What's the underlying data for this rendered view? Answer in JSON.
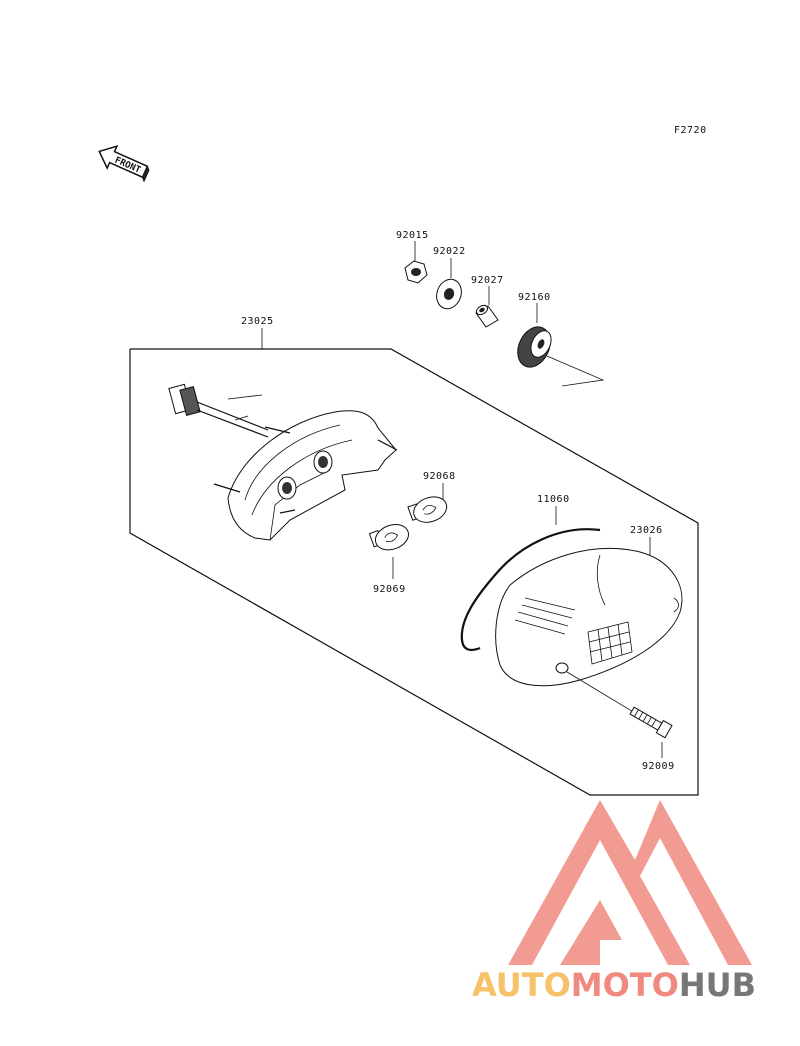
{
  "diagram": {
    "figure_code": "F2720",
    "front_arrow_text": "FRONT",
    "parts": [
      {
        "id": "23025",
        "label": "23025"
      },
      {
        "id": "92015",
        "label": "92015"
      },
      {
        "id": "92022",
        "label": "92022"
      },
      {
        "id": "92027",
        "label": "92027"
      },
      {
        "id": "92160",
        "label": "92160"
      },
      {
        "id": "92068",
        "label": "92068"
      },
      {
        "id": "92069",
        "label": "92069"
      },
      {
        "id": "11060",
        "label": "11060"
      },
      {
        "id": "23026",
        "label": "23026"
      },
      {
        "id": "92009",
        "label": "92009"
      }
    ]
  },
  "watermark": {
    "text_part1": "AUTO",
    "text_part2": "MOTO",
    "text_part3": "HUB",
    "colors": {
      "logo": "#f08a80",
      "auto": "#f6c168",
      "moto": "#f08a80",
      "hub": "#777777"
    }
  }
}
